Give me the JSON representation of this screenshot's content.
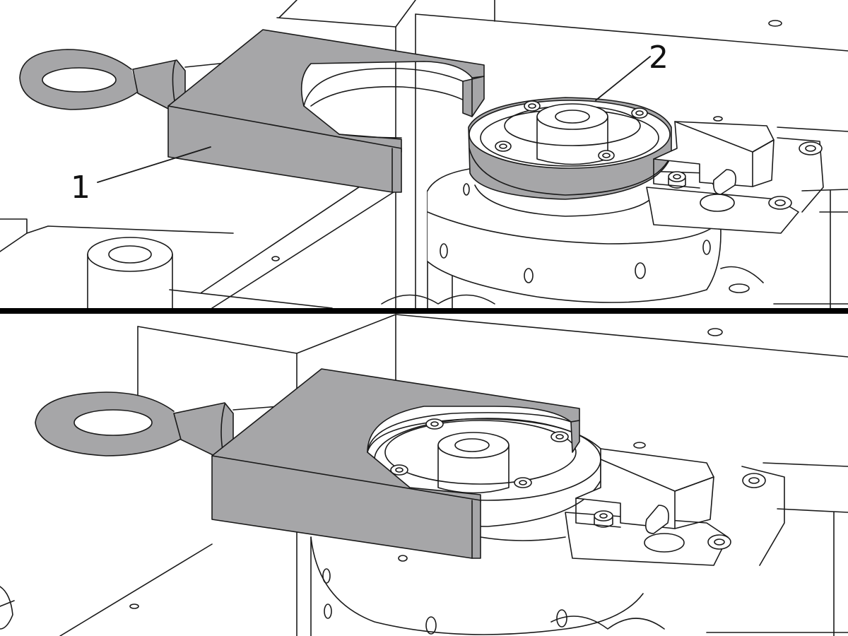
{
  "callouts": {
    "one": "1",
    "two": "2"
  },
  "colors": {
    "part_fill": "#a6a6a8",
    "part_stroke": "#1a1a1a",
    "line": "#1a1a1a",
    "background": "#ffffff",
    "divider": "#000000"
  },
  "panels": [
    {
      "id": "top",
      "state": "ring separated from fixture"
    },
    {
      "id": "bottom",
      "state": "fixture seated over ring"
    }
  ]
}
